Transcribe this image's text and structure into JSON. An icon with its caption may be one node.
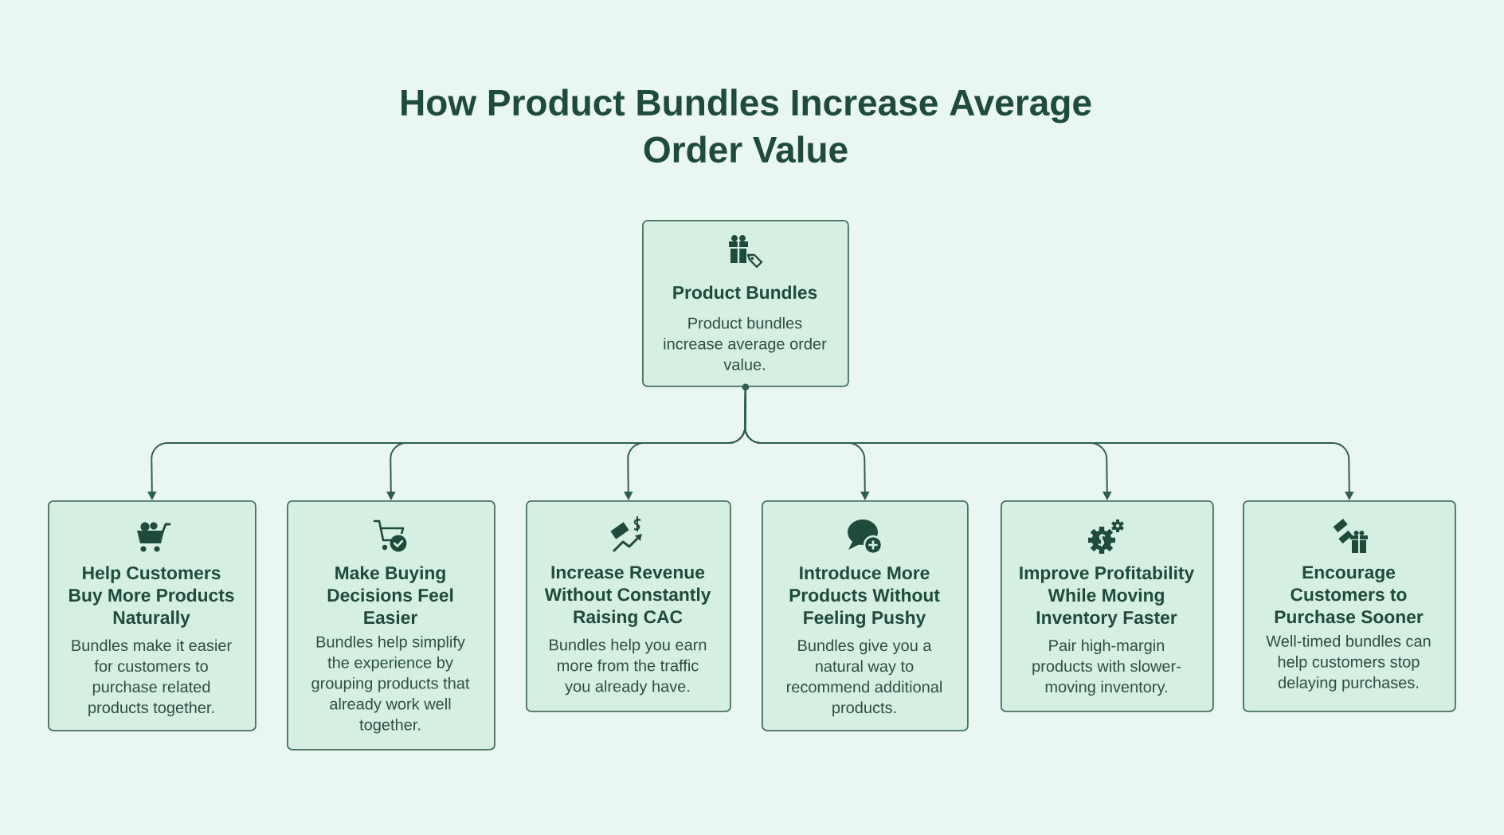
{
  "diagram": {
    "title": "How Product Bundles Increase Average Order Value",
    "nodes": [
      {
        "text": [
          "Product Bundles",
          "Product bundles increase average order value."
        ]
      },
      {
        "text": [
          "Help Customers Buy More Products Naturally",
          "Bundles make it easier for customers to purchase related products together."
        ]
      },
      {
        "text": [
          "Make Buying Decisions Feel Easier",
          "Bundles help simplify the experience by grouping products that already work well together."
        ]
      },
      {
        "text": [
          "Increase Revenue Without Constantly Raising CAC",
          "Bundles help you earn more from the traffic you already have."
        ]
      },
      {
        "text": [
          "Introduce More Products Without Feeling Pushy",
          "Bundles give you a natural way to recommend additional products."
        ]
      },
      {
        "text": [
          "Improve Profitability While Moving Inventory Faster",
          "Pair high-margin products with slower-moving inventory."
        ]
      },
      {
        "text": [
          "Encourage Customers to Purchase Sooner",
          "Well-timed bundles can help customers stop delaying purchases."
        ]
      }
    ],
    "edges": [
      {
        "from": 0,
        "to": 1,
        "arrow": "to"
      },
      {
        "from": 0,
        "to": 2,
        "arrow": "to"
      },
      {
        "from": 0,
        "to": 3,
        "arrow": "to"
      },
      {
        "from": 0,
        "to": 4,
        "arrow": "to"
      },
      {
        "from": 0,
        "to": 5,
        "arrow": "to"
      },
      {
        "from": 0,
        "to": 6,
        "arrow": "to"
      }
    ]
  }
}
